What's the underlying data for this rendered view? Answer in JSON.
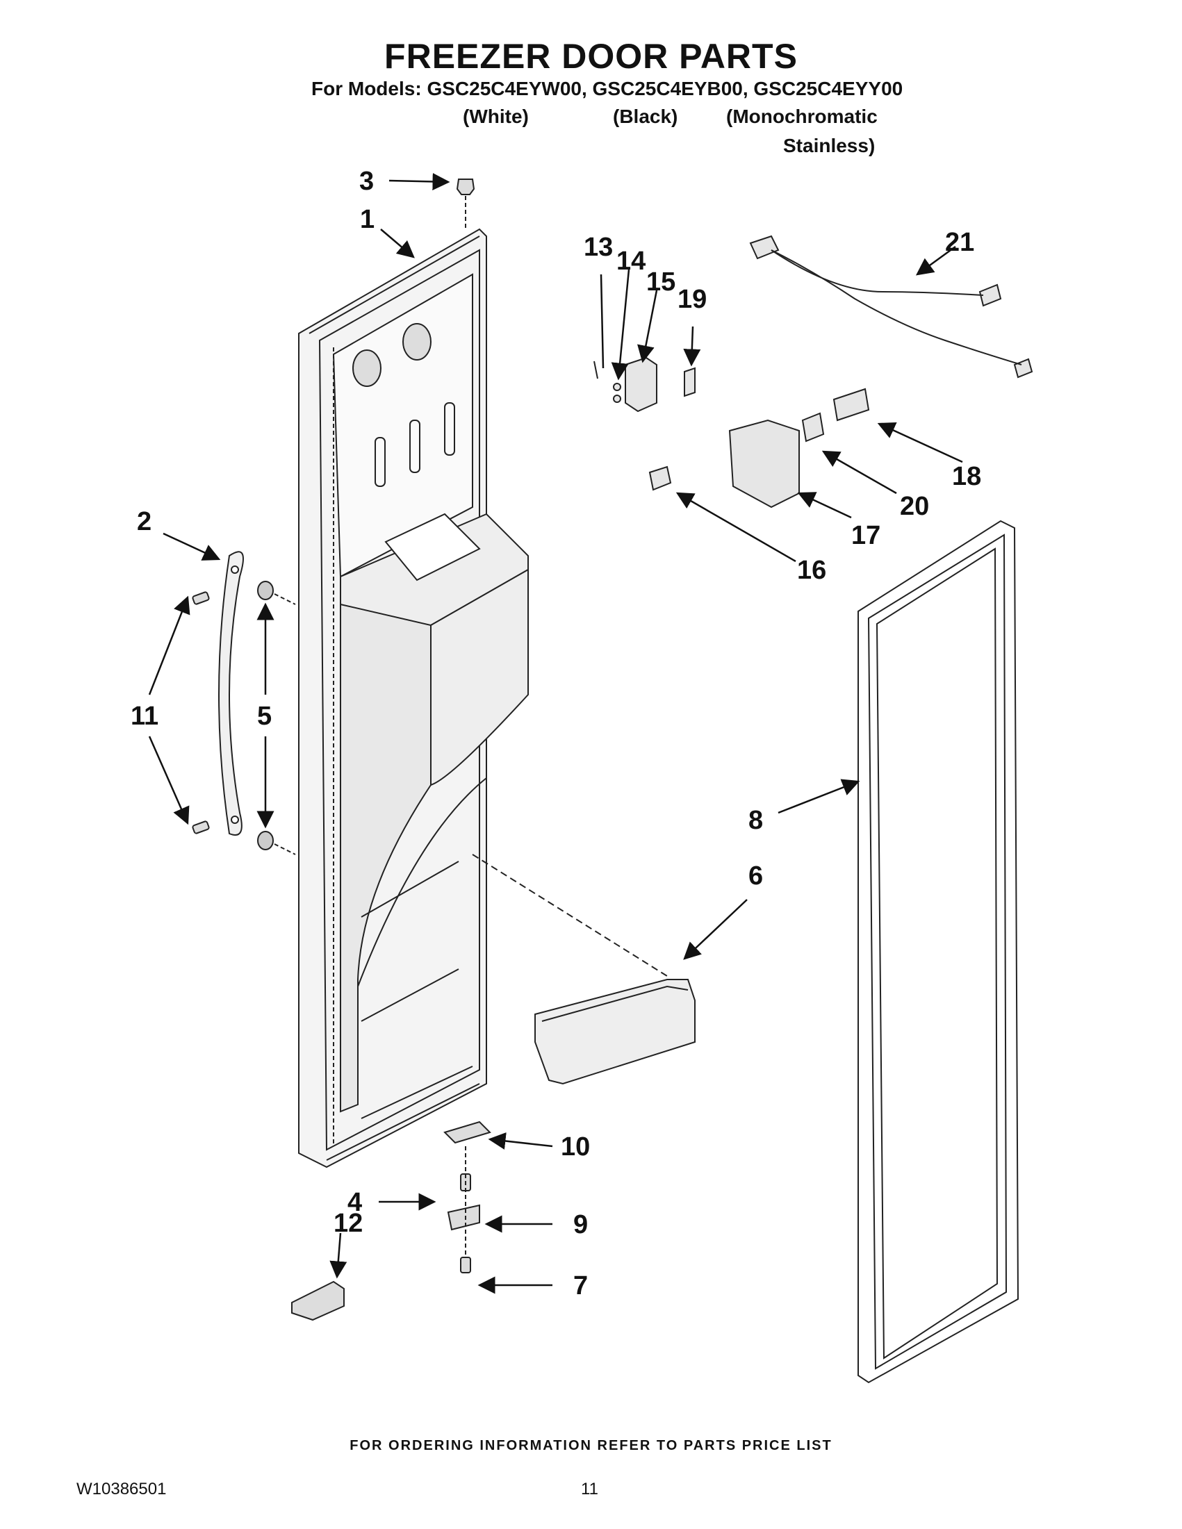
{
  "header": {
    "title": "FREEZER DOOR PARTS",
    "models_line": "For Models: GSC25C4EYW00, GSC25C4EYB00, GSC25C4EYY00",
    "variant_white": "(White)",
    "variant_black": "(Black)",
    "variant_mono_1": "(Monochromatic",
    "variant_mono_2": "Stainless)"
  },
  "callouts": {
    "c1": "1",
    "c2": "2",
    "c3": "3",
    "c4": "4",
    "c5": "5",
    "c6": "6",
    "c7": "7",
    "c8": "8",
    "c9": "9",
    "c10": "10",
    "c11": "11",
    "c12": "12",
    "c13": "13",
    "c14": "14",
    "c15": "15",
    "c16": "16",
    "c17": "17",
    "c18": "18",
    "c19": "19",
    "c20": "20",
    "c21": "21"
  },
  "footer": {
    "ordering": "FOR ORDERING INFORMATION REFER TO PARTS PRICE LIST",
    "doc_number": "W10386501",
    "page_number": "11"
  }
}
